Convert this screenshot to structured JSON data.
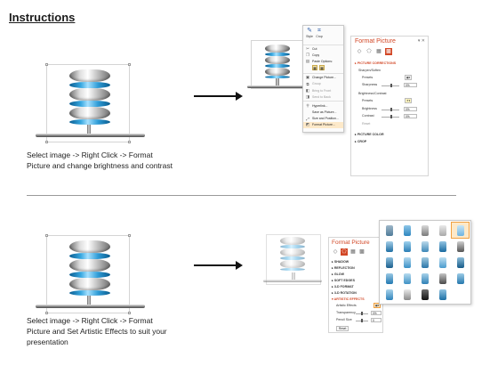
{
  "title": "Instructions",
  "step1": {
    "caption_line1": "Select image -> Right Click -> Format",
    "caption_line2": "Picture and change brightness and contrast"
  },
  "step2": {
    "caption_line1": "Select image -> Right Click -> Format",
    "caption_line2": "Picture and Set Artistic Effects to suit your",
    "caption_line3": "presentation"
  },
  "context_menu": {
    "toolbar": [
      {
        "label": "Style",
        "icon": "style-icon"
      },
      {
        "label": "Crop",
        "icon": "crop-icon"
      }
    ],
    "items": [
      {
        "label": "Cut",
        "icon": "scissors-icon",
        "dim": false
      },
      {
        "label": "Copy",
        "icon": "copy-icon",
        "dim": false
      },
      {
        "label": "Paste Options:",
        "icon": "clipboard-icon",
        "dim": false
      },
      {
        "label": "Change Picture...",
        "icon": "image-icon",
        "dim": false
      },
      {
        "label": "Group",
        "icon": "group-icon",
        "dim": true
      },
      {
        "label": "Bring to Front",
        "icon": "bring-front-icon",
        "dim": true
      },
      {
        "label": "Send to Back",
        "icon": "send-back-icon",
        "dim": true
      },
      {
        "label": "Hyperlink...",
        "icon": "link-icon",
        "dim": false
      },
      {
        "label": "Save as Picture...",
        "icon": "save-icon",
        "dim": false
      },
      {
        "label": "Size and Position...",
        "icon": "size-icon",
        "dim": false
      },
      {
        "label": "Format Picture...",
        "icon": "format-icon",
        "dim": false,
        "highlight": true
      }
    ]
  },
  "pane1": {
    "title": "Format Picture",
    "section_picture_corrections": "PICTURE CORRECTIONS",
    "sharpen_soften": "Sharpen/Soften",
    "presets": "Presets",
    "sharpness": "Sharpness",
    "sharpness_value": "0%",
    "brightness_contrast": "Brightness/Contrast",
    "presets2": "Presets",
    "brightness": "Brightness",
    "brightness_value": "0%",
    "contrast": "Contrast",
    "contrast_value": "0%",
    "reset": "Reset",
    "section_picture_color": "PICTURE COLOR",
    "section_crop": "CROP"
  },
  "pane2": {
    "title": "Format Picture",
    "sections": [
      "SHADOW",
      "REFLECTION",
      "GLOW",
      "SOFT EDGES",
      "3-D FORMAT",
      "3-D ROTATION",
      "ARTISTIC EFFECTS"
    ],
    "artistic_effects": "Artistic Effects",
    "transparency": "Transparency",
    "transparency_value": "0%",
    "pencil_size": "Pencil Size",
    "pencil_size_value": "0",
    "reset": "Reset"
  },
  "colors": {
    "accent": "#d24726",
    "disk_blue": "#37a7df",
    "highlight": "#fde9c9"
  }
}
